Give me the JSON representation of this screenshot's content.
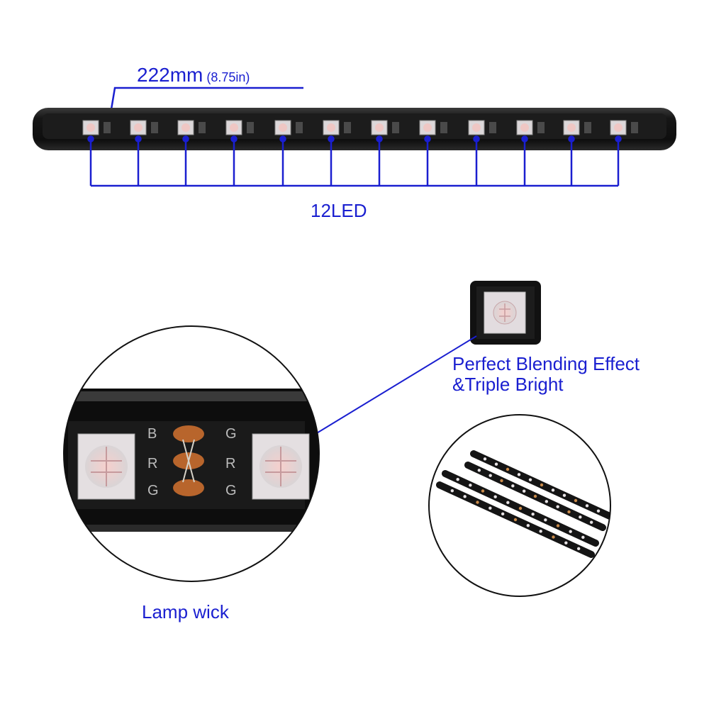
{
  "dimension": {
    "main": "222mm",
    "sub": " (8.75in)"
  },
  "led_count_label": "12LED",
  "blend_label": {
    "line1": "Perfect Blending Effect",
    "line2": "&Triple Bright"
  },
  "lamp_wick_label": "Lamp wick",
  "colors": {
    "annotation": "#1a1fd0",
    "strip_body": "#141414",
    "led_face": "#e6e0e2",
    "led_center": "#f2c9c6",
    "copper": "#b8652c"
  }
}
